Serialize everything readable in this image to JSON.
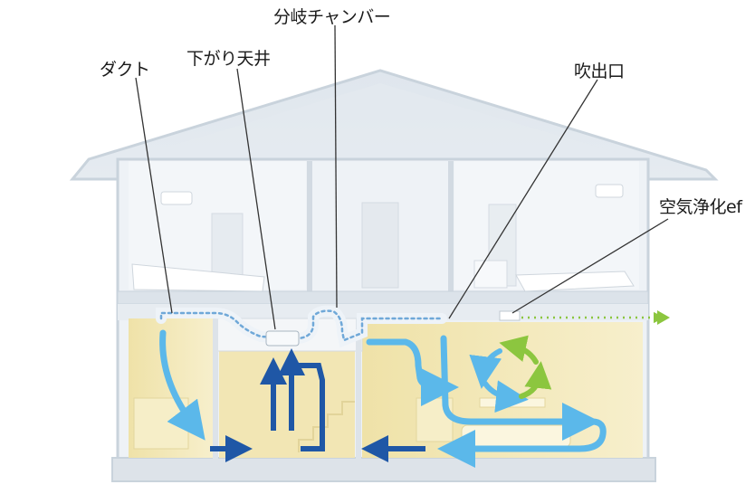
{
  "labels": {
    "duct": "ダクト",
    "lowered_ceiling": "下がり天井",
    "branch_chamber": "分岐チャンバー",
    "outlet": "吹出口",
    "air_purifier": "空気浄化ef"
  },
  "colors": {
    "house_outline": "#c9d3dc",
    "roof_fill": "#e9eef3",
    "upper_floor": "#f1f4f7",
    "lower_floor": "#f3e8b8",
    "airflow_arrow_light": "#5bb8ea",
    "airflow_arrow_dark": "#1f57a6",
    "purify_arrow": "#8cc63f",
    "duct": "#eef3f8",
    "duct_dots": "#6fa8d8",
    "leader_line": "#333333"
  }
}
